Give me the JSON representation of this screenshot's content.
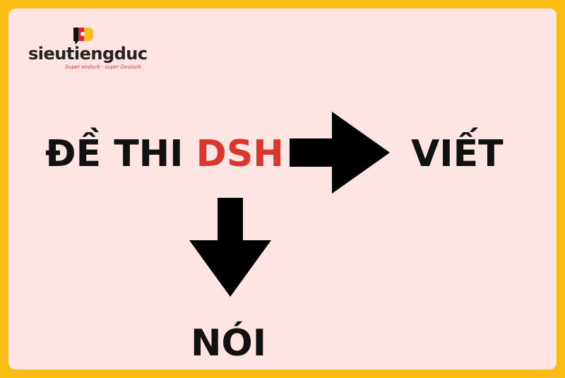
{
  "logo": {
    "wordmark": "sieutiengduc",
    "tagline": "Super einfach · super Deutsch"
  },
  "diagram": {
    "title_prefix": "ĐỀ THI",
    "title_accent": "DSH",
    "right_target": "VIẾT",
    "down_target": "NÓI"
  },
  "colors": {
    "frame": "#f9bd14",
    "background": "#ffe4e4",
    "text": "#111111",
    "accent": "#d9372e"
  }
}
